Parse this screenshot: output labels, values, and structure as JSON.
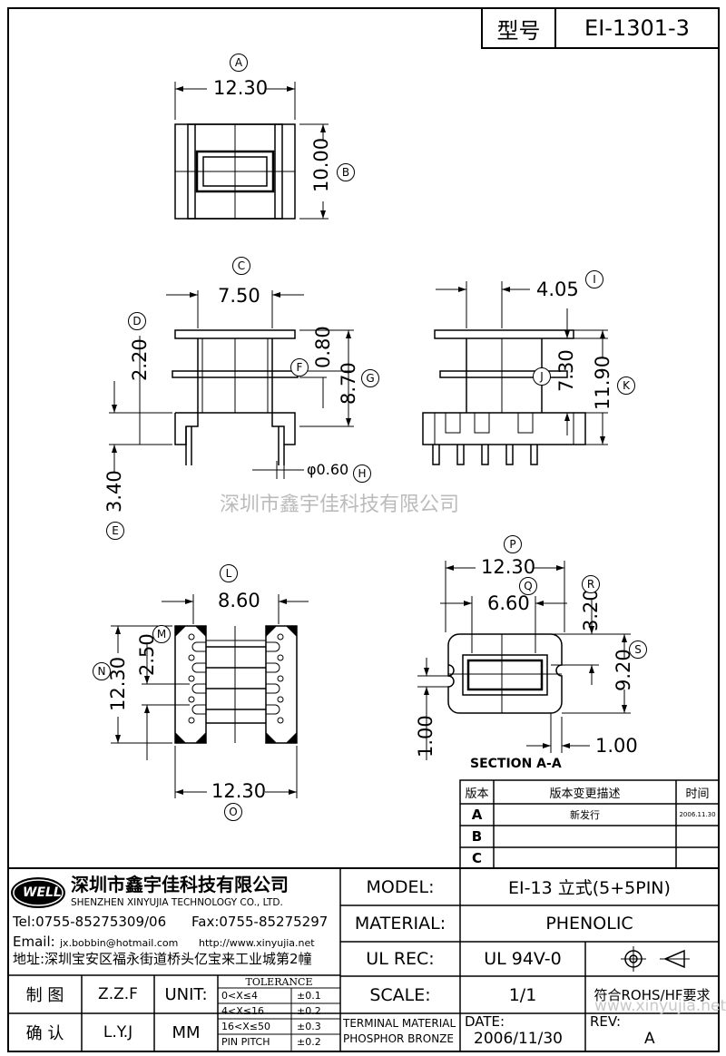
{
  "header": {
    "model_label": "型号",
    "model_value": "EI-1301-3"
  },
  "dimensions": {
    "a": "12.30",
    "b": "10.00",
    "c": "7.50",
    "d": "2.20",
    "e": "3.40",
    "f": "0.80",
    "g": "8.70",
    "h": "φ0.60",
    "i": "4.05",
    "j": "7.30",
    "k": "11.90",
    "l": "8.60",
    "m": "2.50",
    "n": "12.30",
    "o": "12.30",
    "p": "12.30",
    "q": "6.60",
    "r": "3.20",
    "s": "9.20",
    "t1": "1.00",
    "t2": "1.00"
  },
  "markers": [
    "A",
    "B",
    "C",
    "D",
    "E",
    "F",
    "G",
    "H",
    "I",
    "J",
    "K",
    "L",
    "M",
    "N",
    "O",
    "P",
    "Q",
    "R",
    "S"
  ],
  "section_label": "SECTION A-A",
  "watermark": "深圳市鑫宇佳科技有限公司",
  "watermark_url": "www.xinyujia.net",
  "revision_table": {
    "headers": [
      "版本",
      "版本变更描述",
      "时间"
    ],
    "rows": [
      {
        "rev": "A",
        "desc": "新发行",
        "date": "2006.11.30"
      },
      {
        "rev": "B",
        "desc": "",
        "date": ""
      },
      {
        "rev": "C",
        "desc": "",
        "date": ""
      }
    ]
  },
  "company": {
    "logo_text": "WELL",
    "name_cn": "深圳市鑫宇佳科技有限公司",
    "name_en": "SHENZHEN XINYUJIA TECHNOLOGY CO., LTD.",
    "tel": "Tel:0755-85275309/06",
    "fax": "Fax:0755-85275297",
    "email_label": "Email:",
    "email": "jx.bobbin@hotmail.com",
    "web": "http://www.xinyujia.net",
    "address": "地址:深圳宝安区福永街道桥头亿宝来工业城第2幢"
  },
  "title_block": {
    "model_label": "MODEL:",
    "model_value": "EI-13 立式(5+5PIN)",
    "material_label": "MATERIAL:",
    "material_value": "PHENOLIC",
    "ulrec_label": "UL REC:",
    "ulrec_value": "UL 94V-0",
    "scale_label": "SCALE:",
    "scale_value": "1/1",
    "rohs": "符合ROHS/HF要求",
    "terminal_material_label": "TERMINAL MATERIAL",
    "terminal_material_value": "PHOSPHOR BRONZE",
    "date_label": "DATE:",
    "date_value": "2006/11/30",
    "rev_label": "REV:",
    "rev_value": "A",
    "draw_label": "制 图",
    "draw_value": "Z.Z.F",
    "check_label": "确 认",
    "check_value": "L.Y.J",
    "unit_label": "UNIT:",
    "unit_value": "MM",
    "tolerance_title": "TOLERANCE",
    "tolerances": [
      {
        "range": "0<X≤4",
        "tol": "±0.1"
      },
      {
        "range": "4<X≤16",
        "tol": "±0.2"
      },
      {
        "range": "16<X≤50",
        "tol": "±0.3"
      },
      {
        "range": "PIN PITCH",
        "tol": "±0.2"
      }
    ]
  }
}
